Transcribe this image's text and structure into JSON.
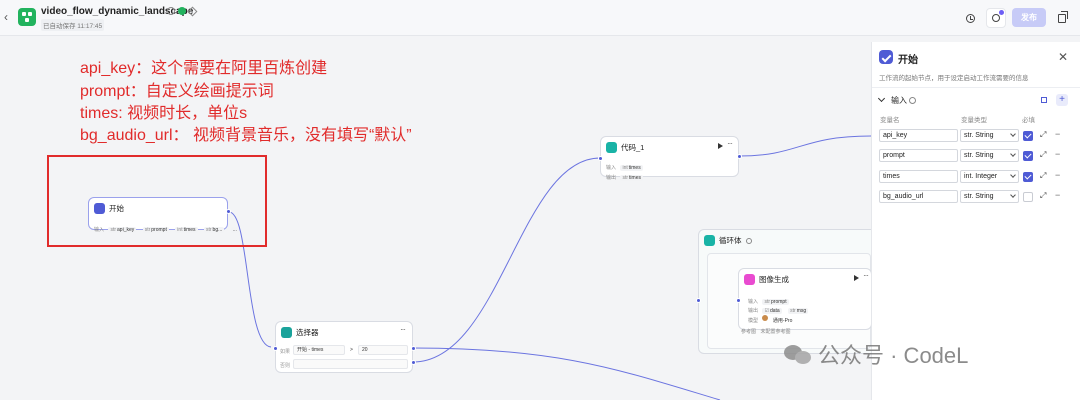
{
  "app": {
    "title": "video_flow_dynamic_landscape",
    "autosave": "已自动保存 11:17:45",
    "publish_label": "发布"
  },
  "annotations": [
    "api_key：这个需要在阿里百炼创建",
    "prompt：自定义绘画提示词",
    "times: 视频时长，单位s",
    "bg_audio_url： 视频背景音乐，没有填写“默认”"
  ],
  "nodes": {
    "start": {
      "title": "开始",
      "input_label": "输入",
      "inputs": [
        {
          "type": "str",
          "name": "api_key"
        },
        {
          "type": "str",
          "name": "prompt"
        },
        {
          "type": "int",
          "name": "times"
        },
        {
          "type": "str",
          "name": "bg..."
        }
      ],
      "more": "..."
    },
    "code": {
      "title": "代码_1",
      "input_label": "输入",
      "output_label": "输出",
      "input_var": {
        "type": "int",
        "name": "times"
      },
      "output_var": {
        "type": "str",
        "name": "times"
      }
    },
    "selector": {
      "title": "选择器",
      "if_label": "如果",
      "else_label": "否则",
      "ref_source": "开始",
      "ref_var": "times",
      "operator": ">",
      "value": "20"
    },
    "loop": {
      "title": "循环体"
    },
    "image_gen": {
      "title": "图像生成",
      "input_label": "输入",
      "output_label": "输出",
      "model_label": "模型",
      "ref_label": "参考图",
      "input_var": {
        "type": "str",
        "name": "prompt"
      },
      "output_vars": [
        {
          "type": "☑",
          "name": "data"
        },
        {
          "type": "str",
          "name": "msg"
        }
      ],
      "model": "通用-Pro",
      "ref_value": "未配置参考图"
    }
  },
  "panel": {
    "title": "开始",
    "description": "工作流的起始节点，用于设定启动工作流需要的信息",
    "section_title": "输入",
    "columns": [
      "变量名",
      "变量类型",
      "必填"
    ],
    "rows": [
      {
        "name": "api_key",
        "type": "str. String",
        "required": true
      },
      {
        "name": "prompt",
        "type": "str. String",
        "required": true
      },
      {
        "name": "times",
        "type": "int. Integer",
        "required": true
      },
      {
        "name": "bg_audio_url",
        "type": "str. String",
        "required": false
      }
    ]
  },
  "watermark": "公众号 · CodeL",
  "colors": {
    "accent": "#4f5bd5",
    "annotation": "#e12b2b",
    "publish_disabled": "#c7cbf7",
    "code_icon": "#19b3a6",
    "selector_icon": "#1aa39b",
    "loop_icon": "#19b3a6",
    "image_icon": "#e94bd0"
  }
}
